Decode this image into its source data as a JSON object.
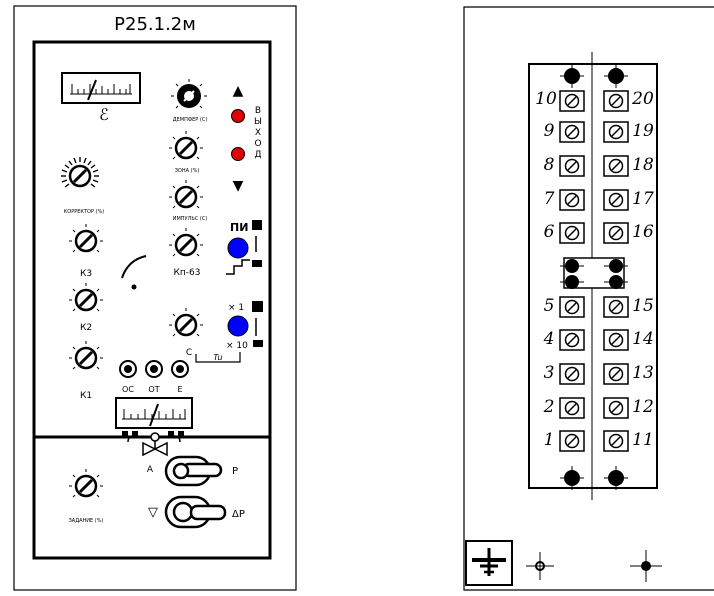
{
  "left_panel": {
    "model": "Р25.1.2м",
    "epsilon_symbol": "ℰ",
    "direction_up": "▲",
    "direction_down": "▼",
    "output_label": [
      "В",
      "Ы",
      "Х",
      "О",
      "Д"
    ],
    "knobs": {
      "dempfer": "ДЕМПФЕР (С)",
      "zona": "ЗОНА (%)",
      "impuls": "ИМПУЛЬС (С)",
      "kn": "Кп-63",
      "c": "C",
      "korrektor": "КОРРЕКТОР (%)",
      "k3": "К3",
      "k2": "К2",
      "k1": "К1",
      "zadanie": "ЗАДАНИЕ (%)"
    },
    "switch_labels": {
      "pi": "ПИ",
      "x1": "× 1",
      "x10": "× 10",
      "tu": "Tu"
    },
    "jacks": [
      "ОС",
      "ОТ",
      "Е"
    ],
    "bottom_labels": {
      "a": "А",
      "p": "Р",
      "delta_p": "ΔР",
      "triangle": "▽"
    }
  },
  "right_panel": {
    "left_numbers": [
      "10",
      "9",
      "8",
      "7",
      "6",
      "5",
      "4",
      "3",
      "2",
      "1"
    ],
    "right_numbers": [
      "20",
      "19",
      "18",
      "17",
      "16",
      "15",
      "14",
      "13",
      "12",
      "11"
    ]
  }
}
